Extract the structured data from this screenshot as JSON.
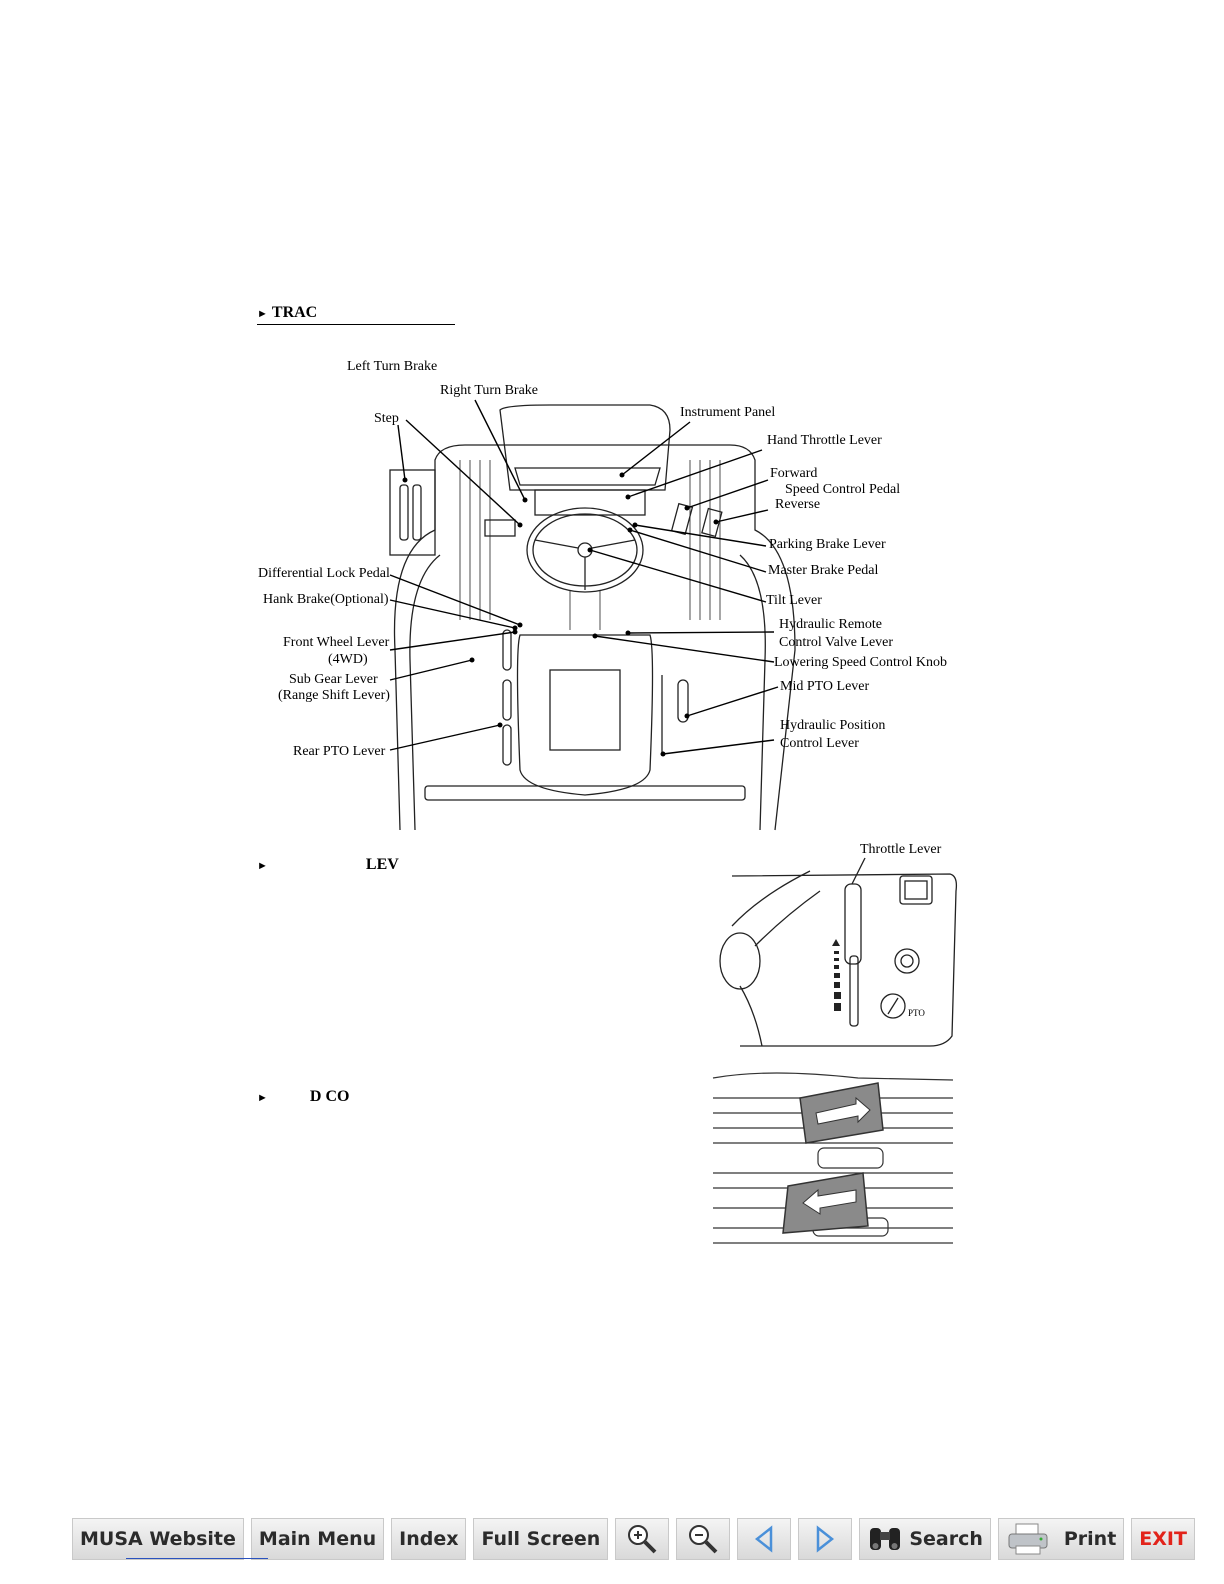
{
  "section": {
    "heading1": "TRAC",
    "heading2": "LEV",
    "heading3": "D CO",
    "marker": "►"
  },
  "diagram": {
    "labels": {
      "left_turn_brake": "Left Turn Brake",
      "right_turn_brake": "Right Turn Brake",
      "step": "Step",
      "instrument_panel": "Instrument Panel",
      "hand_throttle_lever": "Hand Throttle Lever",
      "forward": "Forward",
      "speed_control_pedal": "Speed Control Pedal",
      "reverse": "Reverse",
      "parking_brake_lever": "Parking Brake Lever",
      "master_brake_pedal": "Master Brake Pedal",
      "tilt_lever": "Tilt Lever",
      "differential_lock_pedal": "Differential Lock Pedal",
      "hank_brake": "Hank Brake(Optional)",
      "front_wheel_lever": "Front Wheel Lever",
      "front_wheel_lever_sub": "(4WD)",
      "sub_gear_lever": "Sub Gear Lever",
      "sub_gear_lever_sub": "(Range Shift Lever)",
      "rear_pto_lever": "Rear PTO Lever",
      "hydraulic_remote": "Hydraulic Remote",
      "hydraulic_remote_sub": "Control Valve Lever",
      "lowering_speed_knob": "Lowering Speed Control Knob",
      "mid_pto_lever": "Mid PTO Lever",
      "hydraulic_position": "Hydraulic Position",
      "hydraulic_position_sub": "Control Lever"
    },
    "throttle_label": "Throttle Lever",
    "pto_label": "PTO"
  },
  "toolbar": {
    "musa_website": "MUSA Website",
    "main_menu": "Main Menu",
    "index": "Index",
    "full_screen": "Full Screen",
    "search": "Search",
    "print": "Print",
    "exit": "EXIT",
    "icons": [
      "zoom-in-icon",
      "zoom-out-icon",
      "previous-page-icon",
      "next-page-icon",
      "binoculars-icon",
      "printer-icon"
    ],
    "exit_color": "#e2231a",
    "arrow_color": "#4a90d9"
  }
}
